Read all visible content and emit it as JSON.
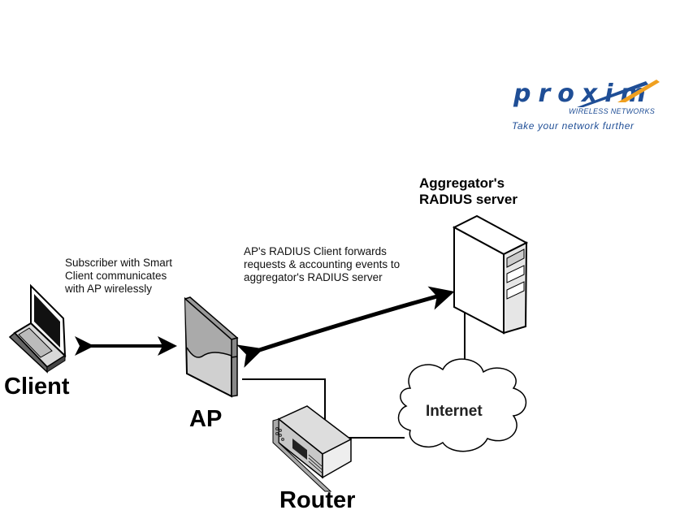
{
  "logo": {
    "brand": "proxim",
    "subtitle": "WIRELESS NETWORKS",
    "tagline": "Take your network further",
    "brand_color": "#1f4e96",
    "accent_color": "#f0a020"
  },
  "nodes": {
    "client": {
      "label": "Client",
      "icon": "laptop-icon"
    },
    "ap": {
      "label": "AP",
      "icon": "access-point-icon"
    },
    "router": {
      "label": "Router",
      "icon": "router-icon"
    },
    "internet": {
      "label": "Internet",
      "icon": "cloud-icon"
    },
    "radius_server": {
      "label_line1": "Aggregator's",
      "label_line2": "RADIUS server",
      "icon": "server-tower-icon"
    }
  },
  "annotations": {
    "client_ap": [
      "Subscriber with Smart",
      "Client communicates",
      "with AP wirelessly"
    ],
    "ap_radius": [
      "AP's RADIUS Client forwards",
      "requests & accounting events to",
      "aggregator's RADIUS server"
    ]
  },
  "edges": [
    {
      "from": "client",
      "to": "ap",
      "type": "bidirectional-arrow"
    },
    {
      "from": "ap",
      "to": "radius_server",
      "type": "bidirectional-arrow"
    },
    {
      "from": "ap",
      "to": "router",
      "type": "line"
    },
    {
      "from": "router",
      "to": "internet",
      "type": "line"
    },
    {
      "from": "internet",
      "to": "radius_server",
      "type": "line"
    }
  ]
}
